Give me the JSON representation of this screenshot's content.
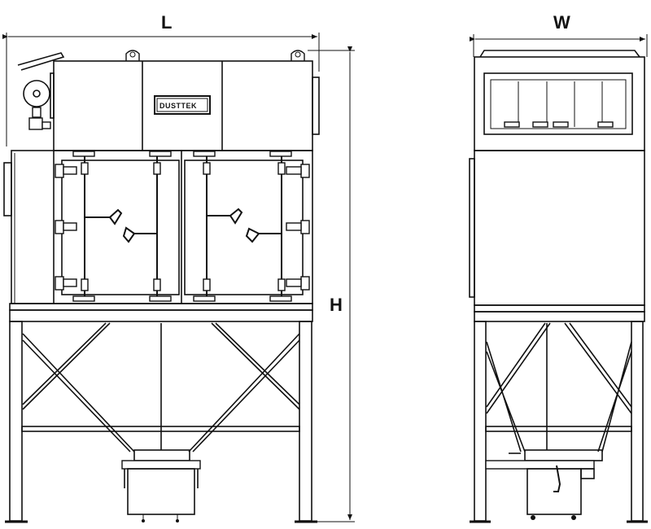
{
  "dimensions": {
    "length_label": "L",
    "width_label": "W",
    "height_label": "H"
  },
  "brand": {
    "logo_text": "DUSTTEK"
  },
  "colors": {
    "line": "#111111",
    "background": "#ffffff"
  }
}
